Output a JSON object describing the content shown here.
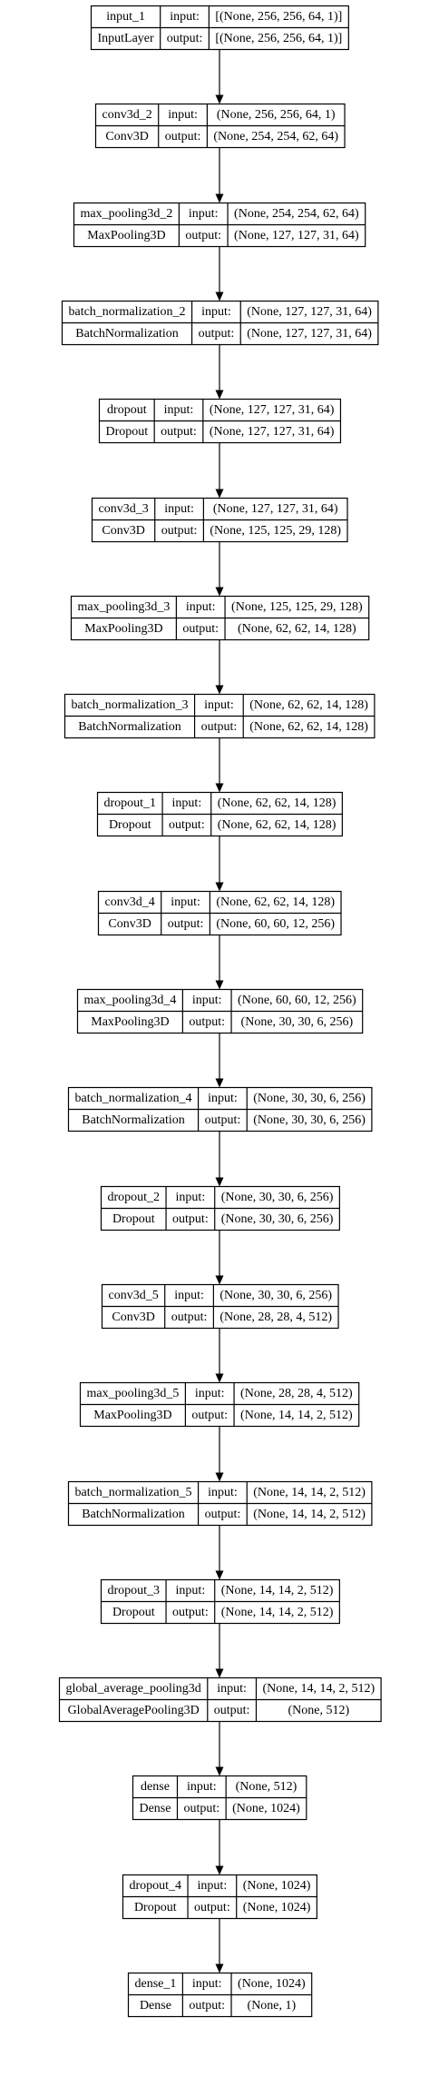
{
  "nodes": [
    {
      "name": "input_1",
      "type": "InputLayer",
      "input": "[(None, 256, 256, 64, 1)]",
      "output": "[(None, 256, 256, 64, 1)]"
    },
    {
      "name": "conv3d_2",
      "type": "Conv3D",
      "input": "(None, 256, 256, 64, 1)",
      "output": "(None, 254, 254, 62, 64)"
    },
    {
      "name": "max_pooling3d_2",
      "type": "MaxPooling3D",
      "input": "(None, 254, 254, 62, 64)",
      "output": "(None, 127, 127, 31, 64)"
    },
    {
      "name": "batch_normalization_2",
      "type": "BatchNormalization",
      "input": "(None, 127, 127, 31, 64)",
      "output": "(None, 127, 127, 31, 64)"
    },
    {
      "name": "dropout",
      "type": "Dropout",
      "input": "(None, 127, 127, 31, 64)",
      "output": "(None, 127, 127, 31, 64)"
    },
    {
      "name": "conv3d_3",
      "type": "Conv3D",
      "input": "(None, 127, 127, 31, 64)",
      "output": "(None, 125, 125, 29, 128)"
    },
    {
      "name": "max_pooling3d_3",
      "type": "MaxPooling3D",
      "input": "(None, 125, 125, 29, 128)",
      "output": "(None, 62, 62, 14, 128)"
    },
    {
      "name": "batch_normalization_3",
      "type": "BatchNormalization",
      "input": "(None, 62, 62, 14, 128)",
      "output": "(None, 62, 62, 14, 128)"
    },
    {
      "name": "dropout_1",
      "type": "Dropout",
      "input": "(None, 62, 62, 14, 128)",
      "output": "(None, 62, 62, 14, 128)"
    },
    {
      "name": "conv3d_4",
      "type": "Conv3D",
      "input": "(None, 62, 62, 14, 128)",
      "output": "(None, 60, 60, 12, 256)"
    },
    {
      "name": "max_pooling3d_4",
      "type": "MaxPooling3D",
      "input": "(None, 60, 60, 12, 256)",
      "output": "(None, 30, 30, 6, 256)"
    },
    {
      "name": "batch_normalization_4",
      "type": "BatchNormalization",
      "input": "(None, 30, 30, 6, 256)",
      "output": "(None, 30, 30, 6, 256)"
    },
    {
      "name": "dropout_2",
      "type": "Dropout",
      "input": "(None, 30, 30, 6, 256)",
      "output": "(None, 30, 30, 6, 256)"
    },
    {
      "name": "conv3d_5",
      "type": "Conv3D",
      "input": "(None, 30, 30, 6, 256)",
      "output": "(None, 28, 28, 4, 512)"
    },
    {
      "name": "max_pooling3d_5",
      "type": "MaxPooling3D",
      "input": "(None, 28, 28, 4, 512)",
      "output": "(None, 14, 14, 2, 512)"
    },
    {
      "name": "batch_normalization_5",
      "type": "BatchNormalization",
      "input": "(None, 14, 14, 2, 512)",
      "output": "(None, 14, 14, 2, 512)"
    },
    {
      "name": "dropout_3",
      "type": "Dropout",
      "input": "(None, 14, 14, 2, 512)",
      "output": "(None, 14, 14, 2, 512)"
    },
    {
      "name": "global_average_pooling3d",
      "type": "GlobalAveragePooling3D",
      "input": "(None, 14, 14, 2, 512)",
      "output": "(None, 512)"
    },
    {
      "name": "dense",
      "type": "Dense",
      "input": "(None, 512)",
      "output": "(None, 1024)"
    },
    {
      "name": "dropout_4",
      "type": "Dropout",
      "input": "(None, 1024)",
      "output": "(None, 1024)"
    },
    {
      "name": "dense_1",
      "type": "Dense",
      "input": "(None, 1024)",
      "output": "(None, 1)"
    }
  ],
  "labels": {
    "input": "input:",
    "output": "output:"
  }
}
